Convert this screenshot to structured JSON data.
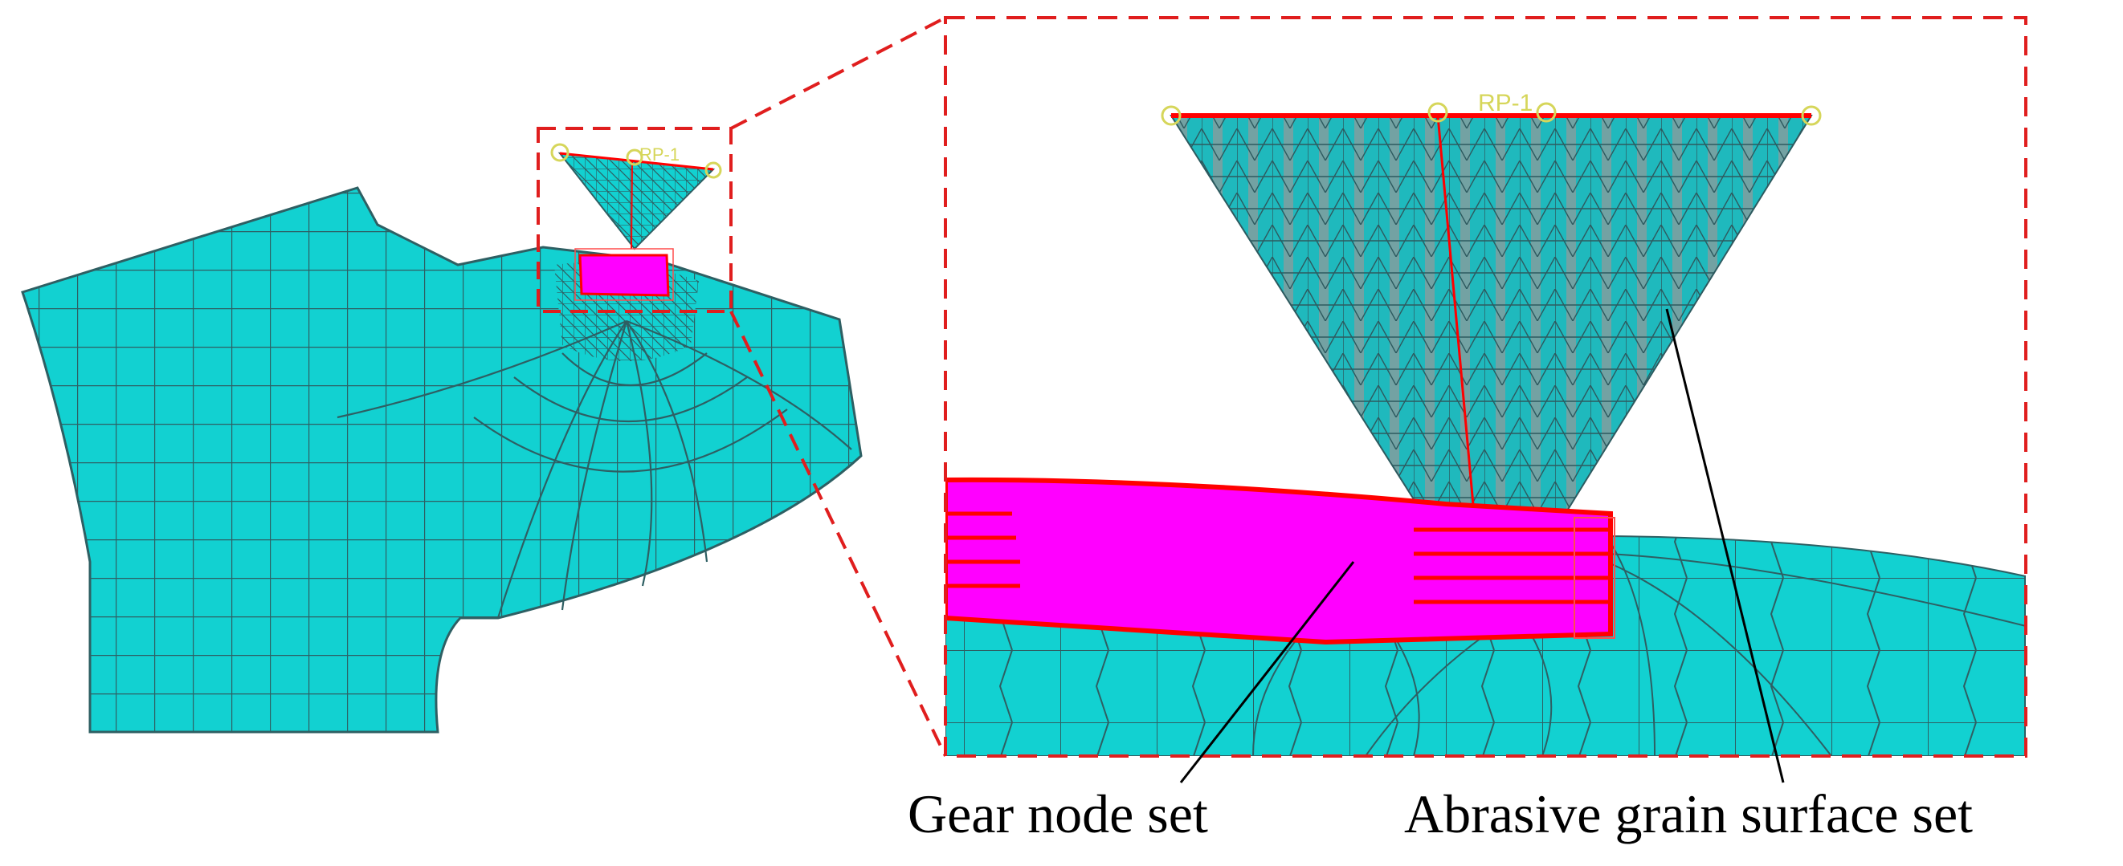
{
  "labels": {
    "gear_node_set": "Gear node set",
    "abrasive_surface_set": "Abrasive grain surface set",
    "reference_point": "RP-1"
  },
  "colors": {
    "mesh_fill": "#12d1d1",
    "mesh_line": "#2e5f63",
    "node_set": "#ff00ff",
    "outline_red": "#ff0000",
    "grain_fill": "#8c9a9a",
    "ref_point": "#d6d65a"
  }
}
